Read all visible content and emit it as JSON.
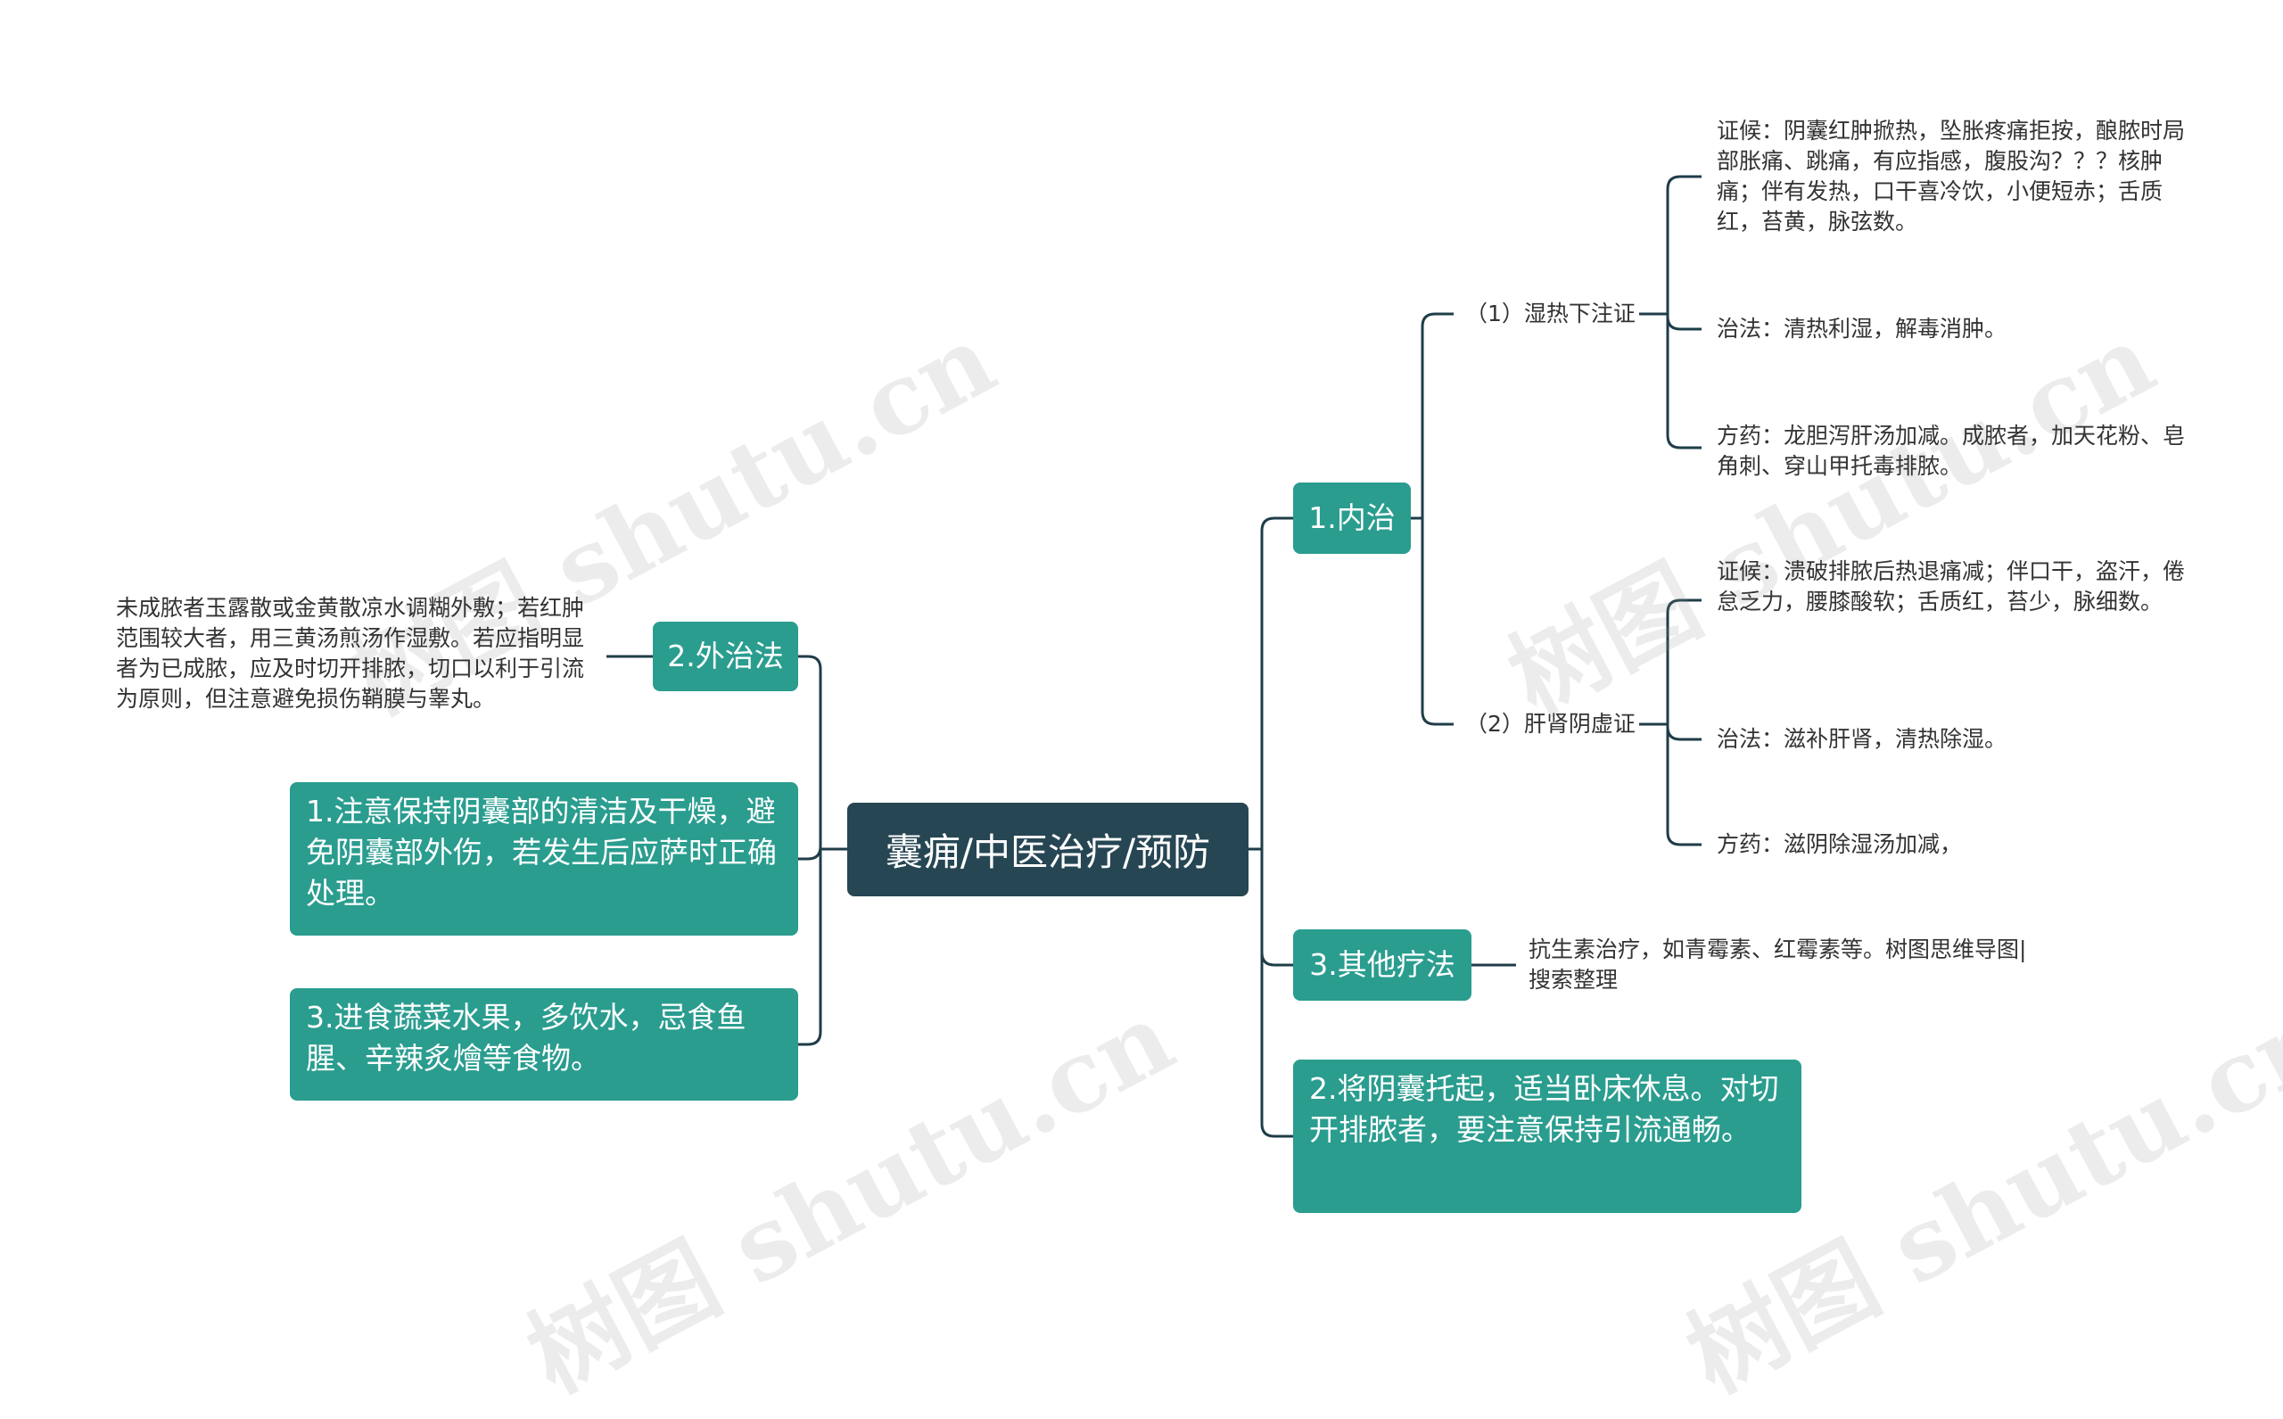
{
  "root": {
    "label": "囊痈/中医治疗/预防"
  },
  "left": {
    "external": {
      "label": "2.外治法",
      "detail": "未成脓者玉露散或金黄散凉水调糊外敷；若红肿范围较大者，用三黄汤煎汤作湿敷。若应指明显者为已成脓，应及时切开排脓，切口以利于引流为原则，但注意避免损伤鞘膜与睾丸。"
    },
    "prevent1": {
      "label": "1.注意保持阴囊部的清洁及干燥，避免阴囊部外伤，若发生后应萨时正确处理。"
    },
    "prevent3": {
      "label": "3.进食蔬菜水果，多饮水，忌食鱼腥、辛辣炙燴等食物。"
    }
  },
  "right": {
    "internal": {
      "label": "1.内治",
      "damp_heat": {
        "label": "（1）湿热下注证",
        "symptom": "证候：阴囊红肿掀热，坠胀疼痛拒按，酿脓时局部胀痛、跳痛，有应指感，腹股沟？？？核肿痛；伴有发热，口干喜冷饮，小便短赤；舌质红，苔黄，脉弦数。",
        "method": "治法：清热利湿，解毒消肿。",
        "formula": "方药：龙胆泻肝汤加减。成脓者，加天花粉、皂角刺、穿山甲托毒排脓。"
      },
      "yin_def": {
        "label": "（2）肝肾阴虚证",
        "symptom": "证候：溃破排脓后热退痛减；伴口干，盗汗，倦怠乏力，腰膝酸软；舌质红，苔少，脉细数。",
        "method": "治法：滋补肝肾，清热除湿。",
        "formula": "方药：滋阴除湿汤加减，"
      }
    },
    "other": {
      "label": "3.其他疗法",
      "detail": "抗生素治疗，如青霉素、红霉素等。树图思维导图|搜索整理"
    },
    "prevent2": {
      "label": "2.将阴囊托起，适当卧床休息。对切开排脓者，要注意保持引流通畅。"
    }
  },
  "watermark": "树图 shutu.cn",
  "colors": {
    "root": "#264653",
    "branch": "#2a9d8f",
    "line": "#1f3d49"
  }
}
